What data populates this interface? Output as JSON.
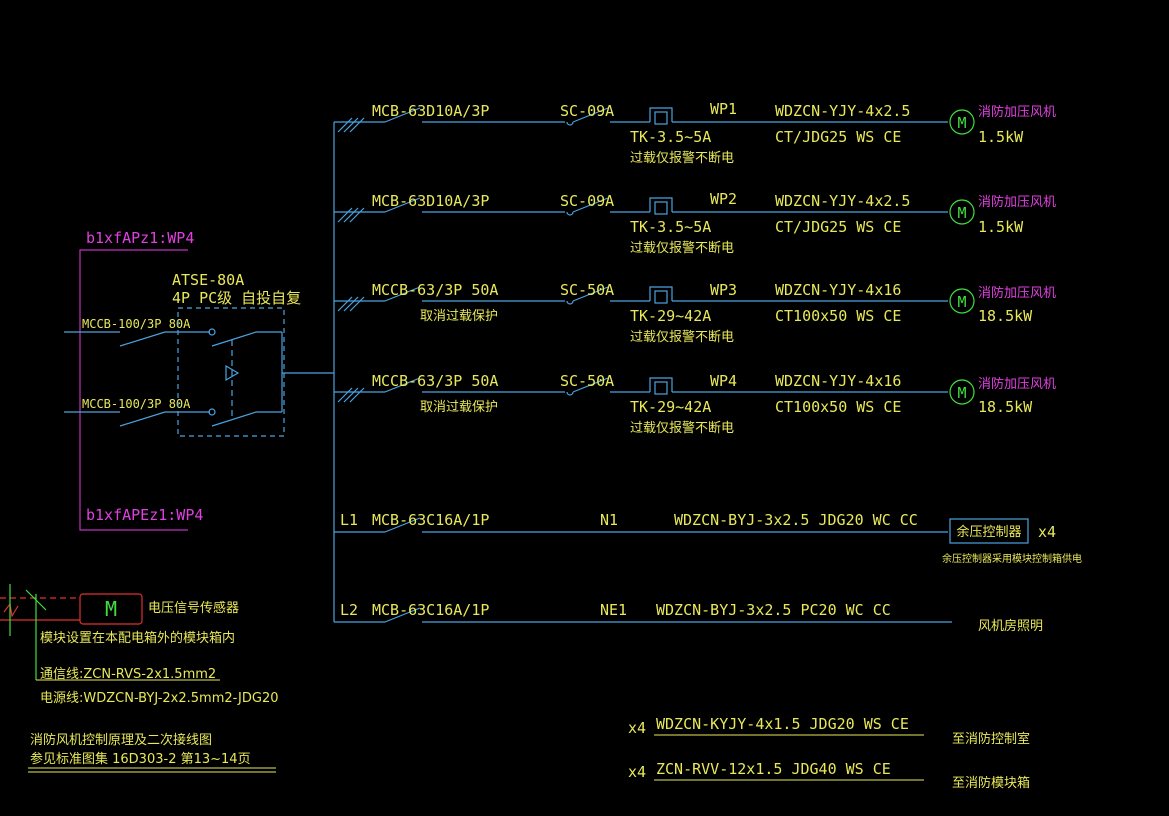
{
  "feeders": [
    {
      "breaker": "MCB-63D10A/3P",
      "contactor": "SC-09A",
      "relay": "TK-3.5~5A",
      "relay_note": "过载仅报警不断电",
      "circuit": "WP1",
      "cable": "WDZCN-YJY-4x2.5",
      "conduit": "CT/JDG25  WS  CE",
      "load": "消防加压风机",
      "power": "1.5kW",
      "breaker_note": ""
    },
    {
      "breaker": "MCB-63D10A/3P",
      "contactor": "SC-09A",
      "relay": "TK-3.5~5A",
      "relay_note": "过载仅报警不断电",
      "circuit": "WP2",
      "cable": "WDZCN-YJY-4x2.5",
      "conduit": "CT/JDG25  WS  CE",
      "load": "消防加压风机",
      "power": "1.5kW",
      "breaker_note": ""
    },
    {
      "breaker": "MCCB-63/3P 50A",
      "contactor": "SC-50A",
      "relay": "TK-29~42A",
      "relay_note": "过载仅报警不断电",
      "circuit": "WP3",
      "cable": "WDZCN-YJY-4x16",
      "conduit": "CT100x50  WS  CE",
      "load": "消防加压风机",
      "power": "18.5kW",
      "breaker_note": "取消过载保护"
    },
    {
      "breaker": "MCCB-63/3P 50A",
      "contactor": "SC-50A",
      "relay": "TK-29~42A",
      "relay_note": "过载仅报警不断电",
      "circuit": "WP4",
      "cable": "WDZCN-YJY-4x16",
      "conduit": "CT100x50  WS  CE",
      "load": "消防加压风机",
      "power": "18.5kW",
      "breaker_note": "取消过载保护"
    }
  ],
  "aux": [
    {
      "phase": "L1",
      "breaker": "MCB-63C16A/1P",
      "neutral": "N1",
      "cable": "WDZCN-BYJ-3x2.5  JDG20  WC  CC",
      "load": "余压控制器",
      "count": "x4",
      "note": "余压控制器采用模块控制箱供电"
    },
    {
      "phase": "L2",
      "breaker": "MCB-63C16A/1P",
      "neutral": "NE1",
      "cable": "WDZCN-BYJ-3x2.5  PC20  WC  CC",
      "load": "风机房照明",
      "count": "",
      "note": ""
    }
  ],
  "incoming": {
    "source1": "b1xfAPz1:WP4",
    "source2": "b1xfAPEz1:WP4",
    "breaker1": "MCCB-100/3P 80A",
    "breaker2": "MCCB-100/3P 80A",
    "atse": "ATSE-80A",
    "atse_desc": "4P  PC级  自投自复"
  },
  "sensor": {
    "label": "电压信号传感器",
    "note": "模块设置在本配电箱外的模块箱内",
    "comm": "通信线:ZCN-RVS-2x1.5mm2",
    "power": "电源线:WDZCN-BYJ-2x2.5mm2-JDG20",
    "symbol": "M"
  },
  "notes": {
    "line1": "消防风机控制原理及二次接线图",
    "line2": "参见标准图集 16D303-2  第13~14页"
  },
  "control": [
    {
      "count": "x4",
      "cable": "WDZCN-KYJY-4x1.5  JDG20  WS  CE",
      "dest": "至消防控制室"
    },
    {
      "count": "x4",
      "cable": "ZCN-RVV-12x1.5  JDG40  WS  CE",
      "dest": "至消防模块箱"
    }
  ],
  "motor_symbol": "M",
  "colors": {
    "line": "#4aa3df",
    "text": "#e8e85a",
    "load": "#e040e0",
    "motor": "#40e040",
    "background": "#000000"
  }
}
